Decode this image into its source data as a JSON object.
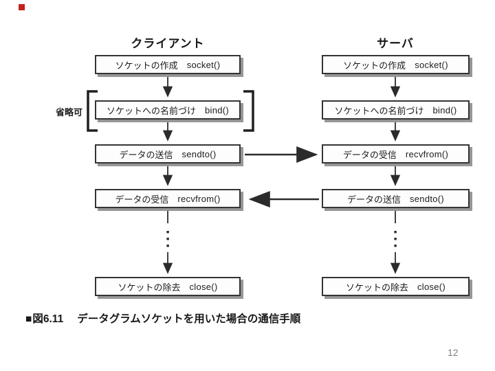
{
  "slide": {
    "page_number": "12",
    "accent_square_color": "#c4211c"
  },
  "diagram": {
    "client": {
      "header": "クライアント",
      "optional_label": "省略可",
      "boxes": [
        {
          "jp": "ソケットの作成",
          "fn": "socket()"
        },
        {
          "jp": "ソケットへの名前づけ",
          "fn": "bind()"
        },
        {
          "jp": "データの送信",
          "fn": "sendto()"
        },
        {
          "jp": "データの受信",
          "fn": "recvfrom()"
        },
        {
          "jp": "ソケットの除去",
          "fn": "close()"
        }
      ]
    },
    "server": {
      "header": "サーバ",
      "boxes": [
        {
          "jp": "ソケットの作成",
          "fn": "socket()"
        },
        {
          "jp": "ソケットへの名前づけ",
          "fn": "bind()"
        },
        {
          "jp": "データの受信",
          "fn": "recvfrom()"
        },
        {
          "jp": "データの送信",
          "fn": "sendto()"
        },
        {
          "jp": "ソケットの除去",
          "fn": "close()"
        }
      ]
    },
    "flow": {
      "cross_arrows": [
        {
          "from": "クライアント データの送信 sendto()",
          "to": "サーバ データの受信 recvfrom()",
          "direction": "right"
        },
        {
          "from": "サーバ データの送信 sendto()",
          "to": "クライアント データの受信 recvfrom()",
          "direction": "left"
        }
      ]
    }
  },
  "caption": {
    "bullet": "■",
    "figure_label": "図6.11",
    "title": "データグラムソケットを用いた場合の通信手順"
  }
}
